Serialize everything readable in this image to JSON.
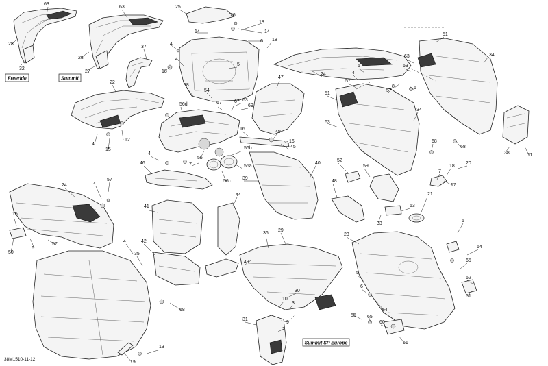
{
  "diagram": {
    "variant_labels": {
      "freeride": "Freeride",
      "summit": "Summit",
      "summit_sp_europe": "Summit SP Europe"
    },
    "reference": "38M1510-11-12",
    "callouts": [
      "63",
      "28",
      "32",
      "63",
      "28",
      "27",
      "37",
      "22",
      "4",
      "15",
      "12",
      "25",
      "26",
      "18",
      "14",
      "4",
      "18",
      "14",
      "6",
      "18",
      "4",
      "5",
      "58",
      "54",
      "63",
      "67",
      "67",
      "69",
      "56d",
      "7",
      "56",
      "56b",
      "56a",
      "56c",
      "49",
      "16",
      "45",
      "16",
      "47",
      "46",
      "4",
      "39",
      "40",
      "24",
      "57",
      "4",
      "5",
      "63",
      "57",
      "8",
      "51",
      "34",
      "63",
      "6",
      "51",
      "34",
      "63",
      "68",
      "68",
      "17",
      "7",
      "20",
      "18",
      "38",
      "11",
      "52",
      "59",
      "48",
      "53",
      "33",
      "21",
      "24",
      "4",
      "57",
      "16",
      "50",
      "6",
      "57",
      "41",
      "42",
      "44",
      "43",
      "4",
      "35",
      "36",
      "29",
      "3",
      "30",
      "10",
      "9",
      "2",
      "31",
      "23",
      "5",
      "6",
      "64",
      "65",
      "55",
      "5",
      "64",
      "65",
      "62",
      "61",
      "60",
      "61",
      "68",
      "13",
      "19"
    ]
  }
}
